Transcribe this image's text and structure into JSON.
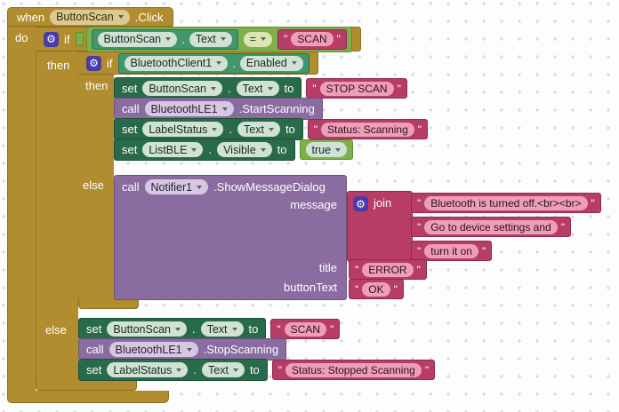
{
  "palette": {
    "event_control_gold": "#b28d2f",
    "setter_green": "#286a4a",
    "getter_teal": "#43966b",
    "method_purple": "#8a6ca0",
    "text_crimson": "#b73d66",
    "text_pill_pink": "#ee9eb8",
    "logic_green": "#7db04a",
    "mutator_blue": "#4a3ca8"
  },
  "icons": {
    "gear": "⚙"
  },
  "keywords": {
    "when": "when",
    "do": "do",
    "if": "if",
    "then": "then",
    "else": "else",
    "set": "set",
    "call": "call",
    "to": "to",
    "dot": ".",
    "quote": "\"",
    "join": "join"
  },
  "when_block": {
    "component": "ButtonScan",
    "event": ".Click"
  },
  "outer_if": {
    "condition": {
      "component": "ButtonScan",
      "property": "Text",
      "operator": "=",
      "value": "SCAN"
    }
  },
  "inner_if": {
    "condition": {
      "component": "BluetoothClient1",
      "property": "Enabled"
    }
  },
  "inner_then": {
    "set_stop_scan": {
      "component": "ButtonScan",
      "property": "Text",
      "value": "STOP SCAN"
    },
    "call_start_scanning": {
      "component": "BluetoothLE1",
      "method": ".StartScanning"
    },
    "set_status_scanning": {
      "component": "LabelStatus",
      "property": "Text",
      "value": "Status: Scanning"
    },
    "set_list_visible": {
      "component": "ListBLE",
      "property": "Visible",
      "value": "true"
    }
  },
  "inner_else": {
    "notifier_call": {
      "component": "Notifier1",
      "method": ".ShowMessageDialog"
    },
    "params": {
      "message": "message",
      "title": "title",
      "buttontext": "buttonText"
    },
    "join_block": {
      "items": [
        "Bluetooth is turned off.<br><br>",
        "Go to device settings and",
        "turn it on"
      ]
    },
    "title_value": "ERROR",
    "buttontext_value": "OK"
  },
  "outer_else": {
    "set_scan": {
      "component": "ButtonScan",
      "property": "Text",
      "value": "SCAN"
    },
    "call_stop_scanning": {
      "component": "BluetoothLE1",
      "method": ".StopScanning"
    },
    "set_status_stopped": {
      "component": "LabelStatus",
      "property": "Text",
      "value": "Status: Stopped Scanning"
    }
  }
}
